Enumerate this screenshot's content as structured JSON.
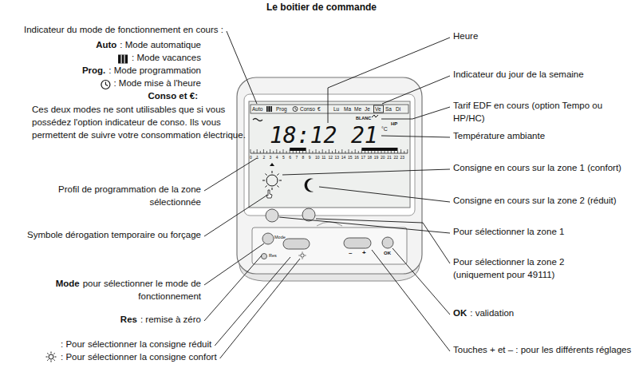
{
  "diagram": {
    "title": "Le boitier de commande",
    "labels": [
      "Indicateur du mode de fonctionnement en cours :",
      "Auto",
      ": Mode automatique",
      ": Mode vacances",
      "Prog.",
      ": Mode programmation",
      ": Mode mise à l'heure",
      "Conso et €:",
      "Ces deux modes ne sont utilisables que si vous possédez l'option indicateur de conso. Ils vous permettent de suivre votre consommation électrique.",
      "Profil de programmation de la zone sélectionnée",
      "Symbole dérogation temporaire ou forçage",
      "Mode",
      "pour sélectionner le mode de fonctionnement",
      "Res",
      ": remise à zéro",
      ": Pour sélectionner la consigne réduit",
      ": Pour sélectionner la consigne confort",
      "Heure",
      "Indicateur du jour de la semaine",
      "Tarif EDF en cours (option Tempo ou HP/HC)",
      "Température ambiante",
      "Consigne en cours sur la zone 1 (confort)",
      "Consigne en cours sur la zone 2 (réduit)",
      "Pour sélectionner la zone 1",
      "Pour sélectionner la zone 2 (uniquement pour 49111)",
      "OK",
      ": validation",
      "Touches + et – : pour les différents réglages",
      "Auto",
      "Prog",
      "Conso",
      "€",
      "Lu",
      "Ma",
      "Me",
      "Je",
      "Ve",
      "Sa",
      "Di",
      "18:12",
      "21",
      "BLANC",
      "°C",
      "HP",
      "Mode",
      "Res",
      "–",
      "+",
      "OK",
      "0",
      "1",
      "2",
      "3",
      "4",
      "5",
      "6",
      "7",
      "8",
      "9",
      "10",
      "11",
      "12",
      "13",
      "14",
      "15",
      "16",
      "17",
      "18",
      "19",
      "20",
      "21",
      "22",
      "23"
    ]
  }
}
